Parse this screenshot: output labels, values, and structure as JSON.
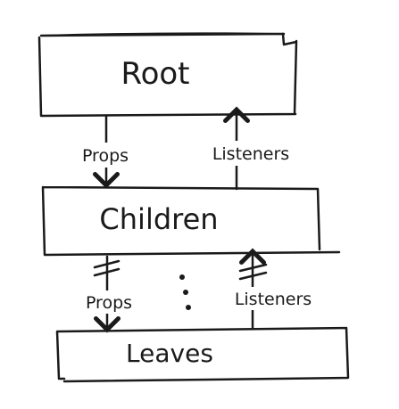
{
  "nodes": {
    "root": {
      "label": "Root"
    },
    "children": {
      "label": "Children"
    },
    "leaves": {
      "label": "Leaves"
    }
  },
  "edges": {
    "root_to_children_props": {
      "label": "Props"
    },
    "children_to_root_listeners": {
      "label": "Listeners"
    },
    "children_to_leaves_props": {
      "label": "Props"
    },
    "leaves_to_children_listeners": {
      "label": "Listeners"
    }
  }
}
